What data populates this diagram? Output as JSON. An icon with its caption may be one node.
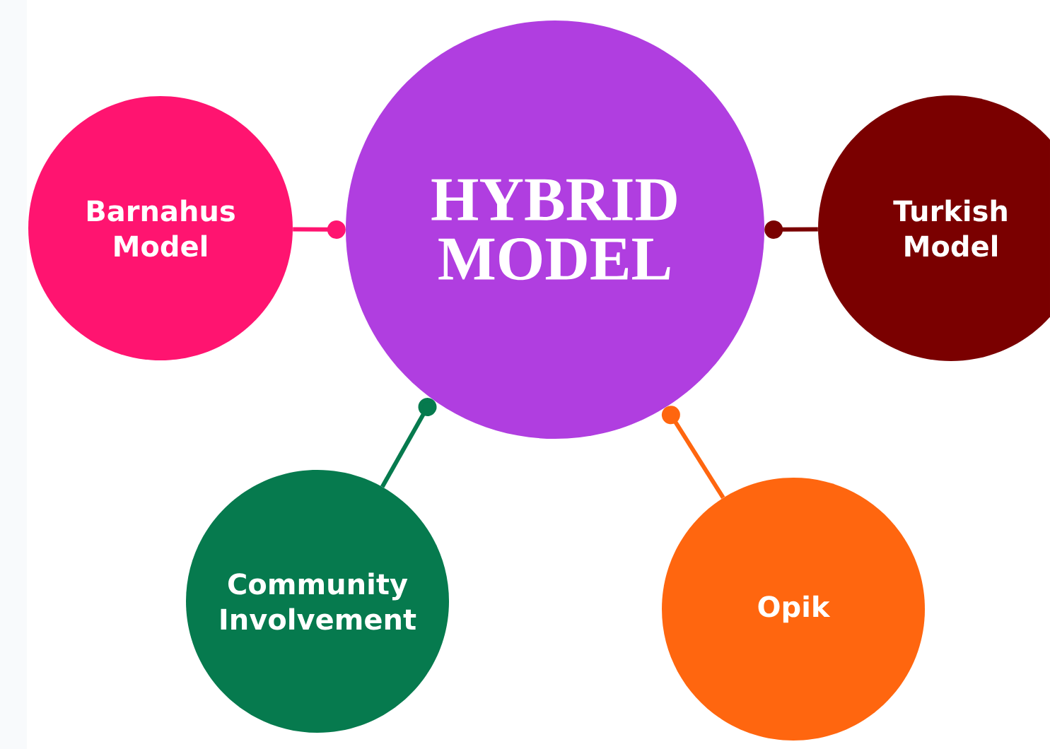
{
  "diagram": {
    "nodes": [
      {
        "text": [
          "HYBRID MODEL"
        ]
      },
      {
        "text": [
          "Barnahus Model"
        ]
      },
      {
        "text": [
          "Turkish Model"
        ]
      },
      {
        "text": [
          "Community Involvement"
        ]
      },
      {
        "text": [
          "Opik"
        ]
      }
    ],
    "edges": [
      {
        "from": 1,
        "to": 0,
        "arrow": "other",
        "color": "#ff1470"
      },
      {
        "from": 2,
        "to": 0,
        "arrow": "other",
        "color": "#7a0000"
      },
      {
        "from": 3,
        "to": 0,
        "arrow": "other",
        "color": "#067a4e"
      },
      {
        "from": 4,
        "to": 0,
        "arrow": "other",
        "color": "#ff660f"
      }
    ]
  }
}
